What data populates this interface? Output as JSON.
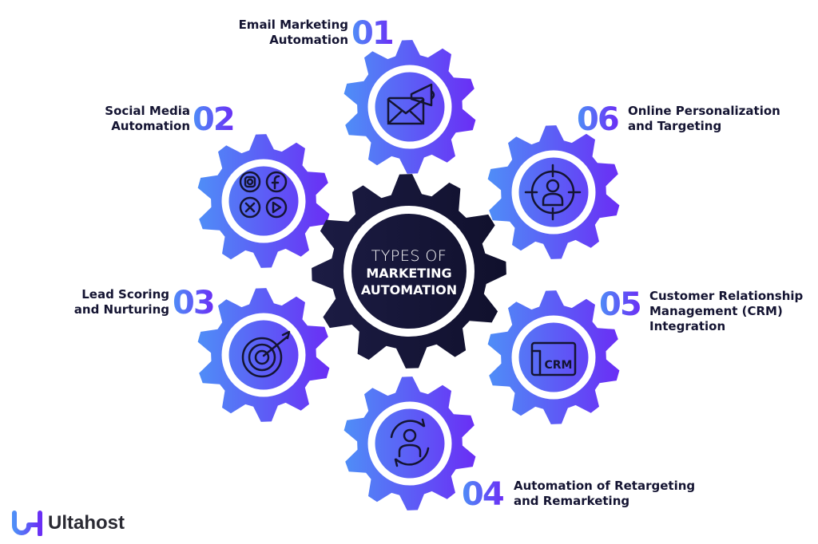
{
  "center": {
    "line1": "TYPES OF",
    "line2": "MARKETING",
    "line3": "AUTOMATION"
  },
  "items": [
    {
      "number": "01",
      "label_lines": [
        "Email Marketing",
        "Automation"
      ],
      "icon": "email-megaphone-icon"
    },
    {
      "number": "02",
      "label_lines": [
        "Social Media",
        "Automation"
      ],
      "icon": "social-media-icon"
    },
    {
      "number": "03",
      "label_lines": [
        "Lead Scoring",
        "and Nurturing"
      ],
      "icon": "target-icon"
    },
    {
      "number": "04",
      "label_lines": [
        "Automation of Retargeting",
        "and Remarketing"
      ],
      "icon": "retargeting-user-icon"
    },
    {
      "number": "05",
      "label_lines": [
        "Customer Relationship",
        "Management (CRM)",
        "Integration"
      ],
      "icon": "crm-icon",
      "icon_text": "CRM"
    },
    {
      "number": "06",
      "label_lines": [
        "Online Personalization",
        "and Targeting"
      ],
      "icon": "crosshair-user-icon"
    }
  ],
  "brand": {
    "name": "Ultahost",
    "mark": "UH"
  },
  "colors": {
    "gradient_start": "#4f8ef7",
    "gradient_end": "#6a2ef5",
    "center_gear": "#161638",
    "text": "#141432"
  }
}
